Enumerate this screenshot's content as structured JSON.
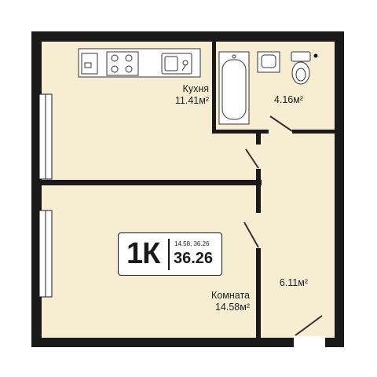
{
  "colors": {
    "wall": "#1a1a1a",
    "floor": "#f7edd2",
    "fixture": "#ffffff",
    "line": "#333333"
  },
  "rooms": {
    "kitchen": {
      "name": "Кухня",
      "area": "11.41м²"
    },
    "bathroom": {
      "area": "4.16м²"
    },
    "hall": {
      "area": "6.11м²"
    },
    "bedroom": {
      "name": "Комната",
      "area": "14.58м²"
    }
  },
  "badge": {
    "type": "1К",
    "areas": "14.58, 36.26",
    "total": "36.26"
  },
  "icons": [
    "stove-icon",
    "sink-icon",
    "bathtub-icon",
    "washbasin-icon",
    "toilet-icon",
    "fridge-icon"
  ]
}
